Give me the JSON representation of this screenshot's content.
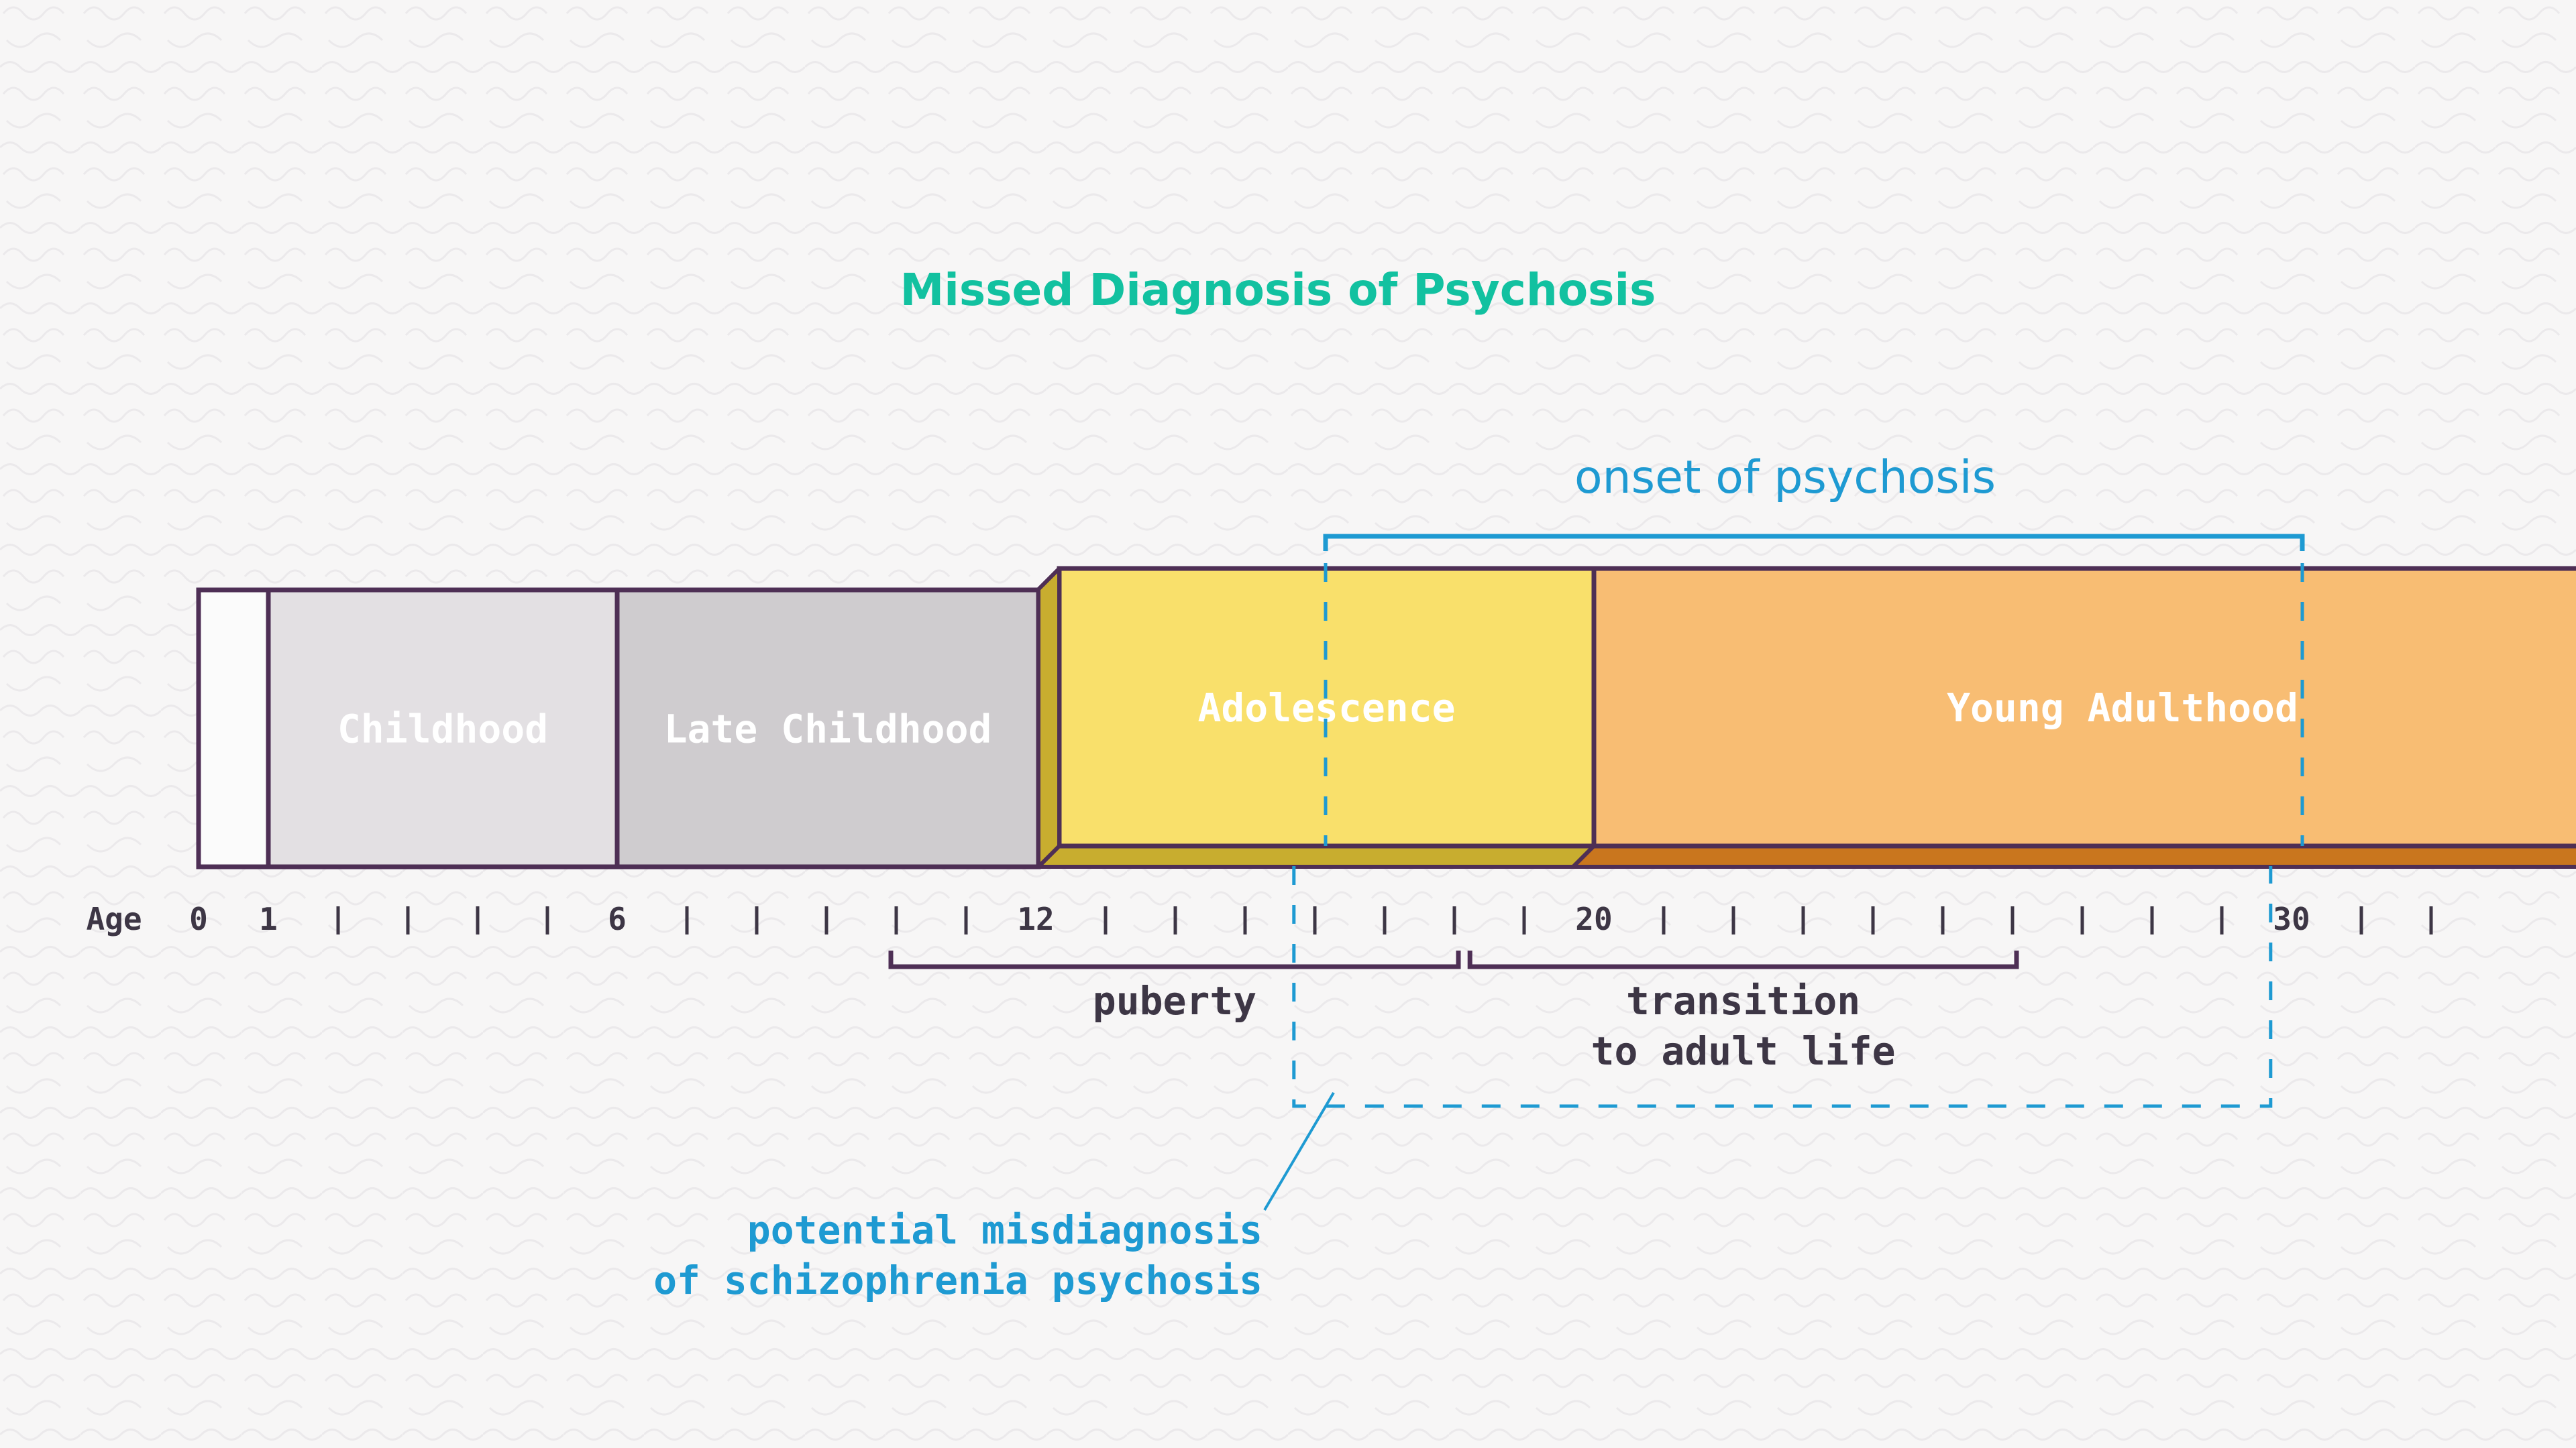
{
  "title": "Missed Diagnosis of Psychosis",
  "onset_label": "onset of psychosis",
  "stages": [
    {
      "label": "Childhood",
      "from_age": 1,
      "to_age": 6
    },
    {
      "label": "Late Childhood",
      "from_age": 6,
      "to_age": 12
    },
    {
      "label": "Adolescence",
      "from_age": 12,
      "to_age": 20
    },
    {
      "label": "Young Adulthood",
      "from_age": 20,
      "to_age": 32
    }
  ],
  "axis": {
    "label": "Age",
    "min_age": 0,
    "max_age": 32,
    "tick_labels": [
      {
        "age": 0,
        "text": "0"
      },
      {
        "age": 1,
        "text": "1"
      },
      {
        "age": 6,
        "text": "6"
      },
      {
        "age": 12,
        "text": "12"
      },
      {
        "age": 20,
        "text": "20"
      },
      {
        "age": 30,
        "text": "30"
      }
    ]
  },
  "ranges": [
    {
      "label_lines": [
        "puberty"
      ],
      "from_age": 10,
      "to_age": 18
    },
    {
      "label_lines": [
        "transition",
        "to adult life"
      ],
      "from_age": 18.3,
      "to_age": 26
    }
  ],
  "onset_range": {
    "from_age": 16,
    "to_age": 30
  },
  "misdiagnosis_range": {
    "from_age": 15.7,
    "to_age": 29.7
  },
  "annotation_lines": [
    "potential misdiagnosis",
    "of schizophrenia psychosis"
  ],
  "colors": {
    "title": "#12c1a0",
    "accent": "#1e9ad2",
    "outline": "#4e2f55",
    "text": "#3d3645",
    "childhood": "#e3e0e3",
    "late_childhood": "#cfcccf",
    "adolescence": "#f9e06b",
    "adolescence_shadow": "#c8ad2f",
    "young_adulthood": "#f8bd73",
    "young_adulthood_shadow": "#c9761e"
  }
}
